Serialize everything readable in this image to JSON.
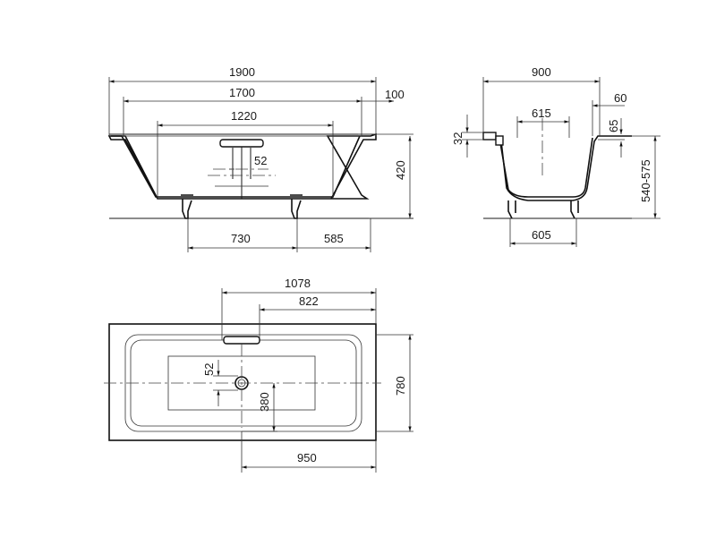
{
  "side_view": {
    "overall_length": "1900",
    "inner_length": "1700",
    "rim_width": "100",
    "bottom_length": "1220",
    "overflow_height": "52",
    "height": "420",
    "feet_spacing": "730",
    "foot_offset": "585"
  },
  "end_view": {
    "overall_width": "900",
    "rim_width": "60",
    "bottom_width": "615",
    "rim_thickness": "32",
    "rim_drop": "65",
    "install_height": "540-575",
    "feet_spacing": "605"
  },
  "plan_view": {
    "drain_offset_total": "1078",
    "drain_offset_inner": "822",
    "drain_dia": "52",
    "drain_to_edge": "380",
    "width": "780",
    "drain_to_end": "950"
  }
}
